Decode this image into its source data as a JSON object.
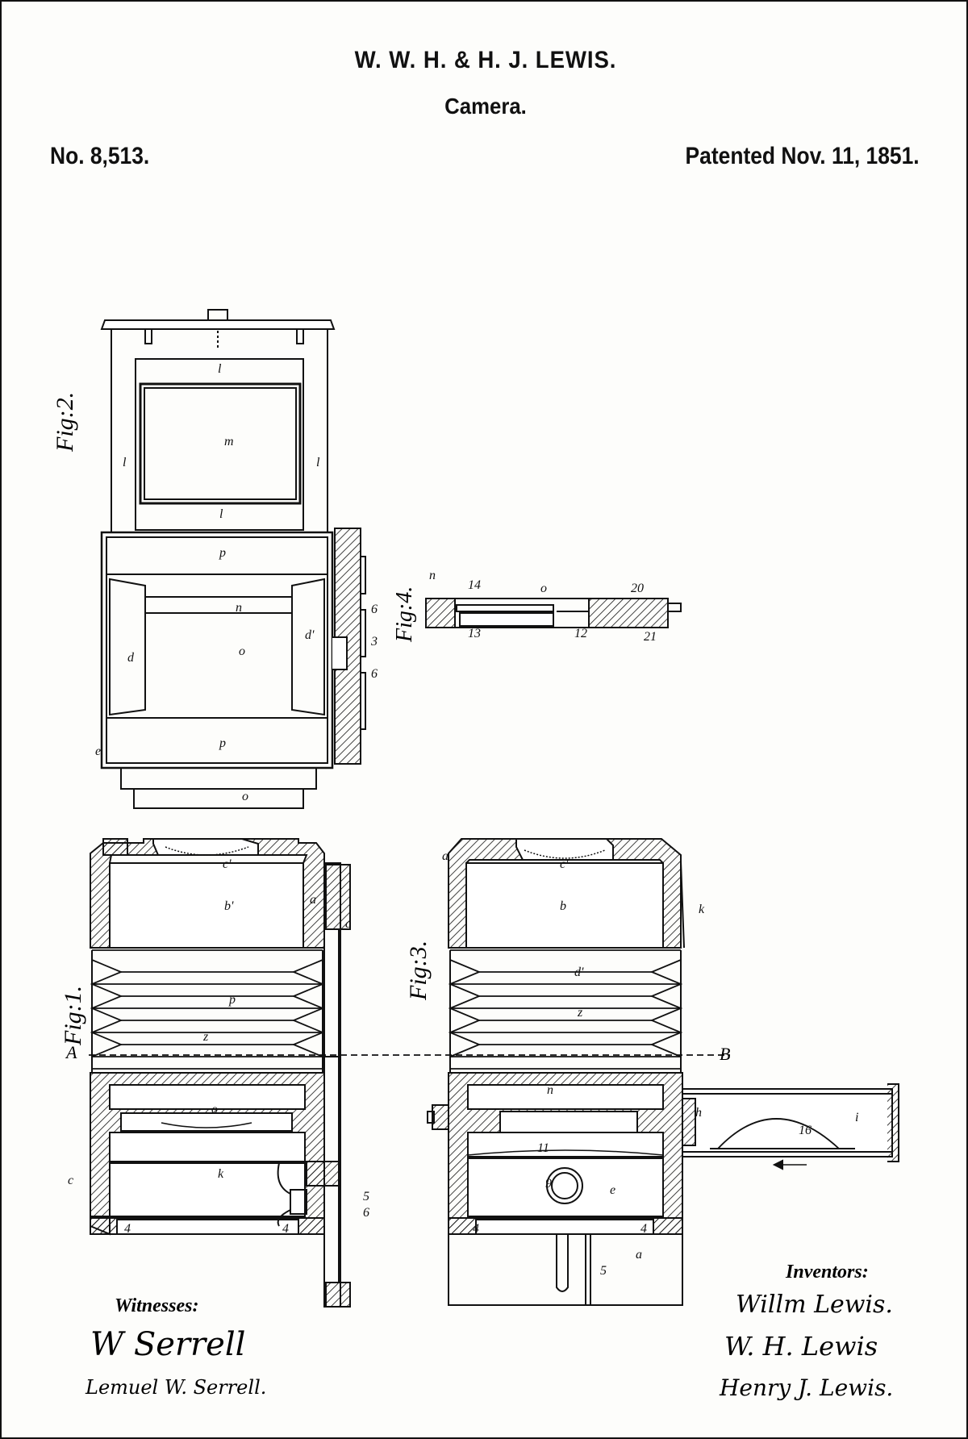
{
  "header": {
    "title": "W. W. H. & H. J. LEWIS.",
    "subtitle": "Camera.",
    "patent_number": "No. 8,513.",
    "patent_date": "Patented Nov. 11, 1851."
  },
  "figures": {
    "fig1": "Fig:1.",
    "fig2": "Fig:2.",
    "fig3": "Fig:3.",
    "fig4": "Fig:4."
  },
  "section_marks": {
    "left": "A",
    "right": "B"
  },
  "witnesses": {
    "heading": "Witnesses:",
    "names": [
      "W Serrell",
      "Lemuel W. Serrell."
    ]
  },
  "inventors": {
    "heading": "Inventors:",
    "names": [
      "Willm Lewis.",
      "W. H. Lewis",
      "Henry J. Lewis."
    ]
  },
  "colors": {
    "ink": "#111111",
    "paper": "#fdfdfb"
  }
}
